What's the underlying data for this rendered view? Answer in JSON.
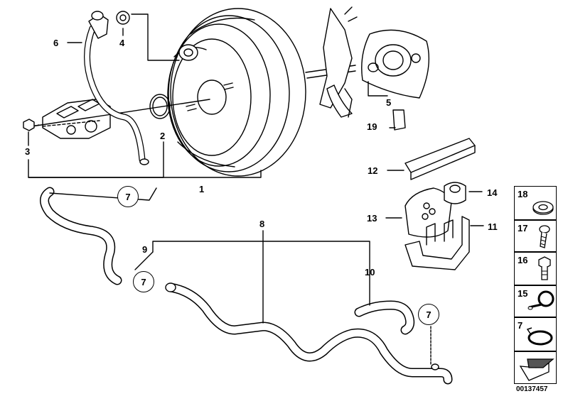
{
  "callouts": {
    "c1": "1",
    "c2": "2",
    "c3": "3",
    "c4": "4",
    "c5": "5",
    "c6": "6",
    "c8": "8",
    "c9": "9",
    "c10": "10",
    "c11": "11",
    "c12": "12",
    "c13": "13",
    "c14": "14",
    "c19": "19"
  },
  "circled": {
    "a": "7",
    "b": "7",
    "c": "7"
  },
  "sidebar": {
    "items": [
      {
        "num": "18",
        "icon": "washer-icon"
      },
      {
        "num": "17",
        "icon": "screw-icon"
      },
      {
        "num": "16",
        "icon": "bolt-icon"
      },
      {
        "num": "15",
        "icon": "hose-clip-icon"
      },
      {
        "num": "7",
        "icon": "hose-clamp-icon"
      },
      {
        "num": "",
        "icon": "arrow-icon"
      }
    ]
  },
  "document_number": "00137457"
}
